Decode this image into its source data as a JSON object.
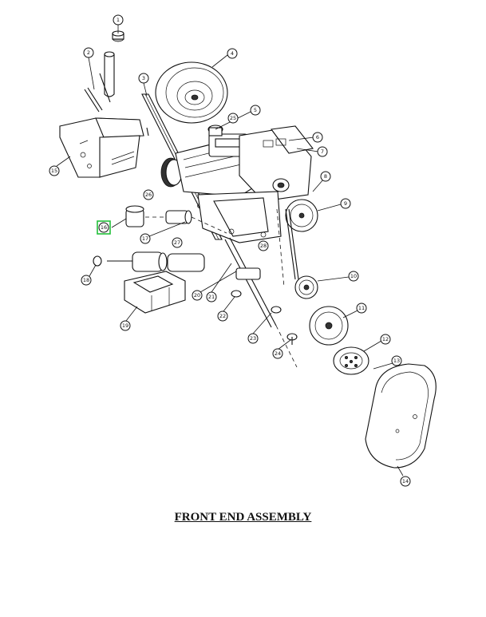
{
  "title": "FRONT END ASSEMBLY",
  "highlight_color": "#22c03a",
  "callouts": {
    "c1": "1",
    "c2": "2",
    "c3": "3",
    "c4": "4",
    "c5": "5",
    "c6": "6",
    "c7": "7",
    "c8": "8",
    "c9": "9",
    "c10": "10",
    "c11": "11",
    "c12": "12",
    "c13": "13",
    "c14": "14",
    "c15": "15",
    "c16": "16",
    "c17": "17",
    "c18": "18",
    "c19": "19",
    "c20": "20",
    "c21": "21",
    "c22": "22",
    "c23": "23",
    "c24": "24",
    "c25": "25",
    "c26": "26",
    "c27": "27",
    "c28": "28"
  }
}
